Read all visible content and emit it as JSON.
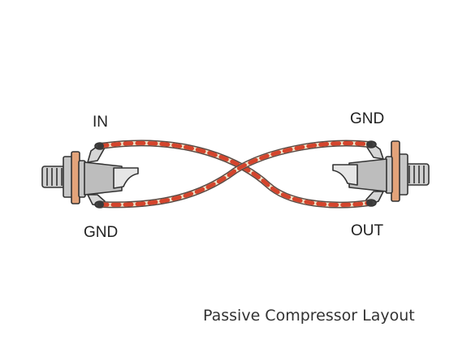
{
  "labels": {
    "in": "IN",
    "gnd_left": "GND",
    "gnd_right": "GND",
    "out": "OUT"
  },
  "caption": "Passive Compressor Layout",
  "colors": {
    "wire_red": "#d4442c",
    "wire_cream": "#f0e2c8",
    "wire_outline": "#5a4a44",
    "washer": "#e3a37a",
    "metal": "#b9b9b9",
    "outline": "#333333"
  }
}
